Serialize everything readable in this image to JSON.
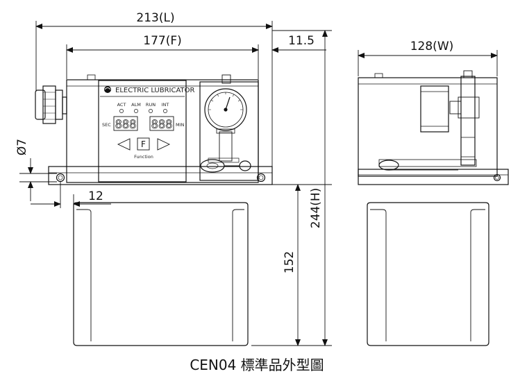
{
  "front_view": {
    "panel": {
      "title": "ELECTRIC LUBRICATOR",
      "indicators": [
        "ACT",
        "ALM",
        "RUN",
        "INT"
      ],
      "left_unit": "SEC",
      "right_unit": "MIN",
      "left_display": "888",
      "right_display": "888",
      "function_key": "F",
      "function_label": "Function"
    }
  },
  "dimensions": {
    "overall_length": "213(L)",
    "flange_length": "177(F)",
    "offset": "11.5",
    "width": "128(W)",
    "hole_diameter": "Ø7",
    "hole_offset": "12",
    "tank_height": "152",
    "overall_height": "244(H)"
  },
  "caption": "CEN04 標準品外型圖"
}
